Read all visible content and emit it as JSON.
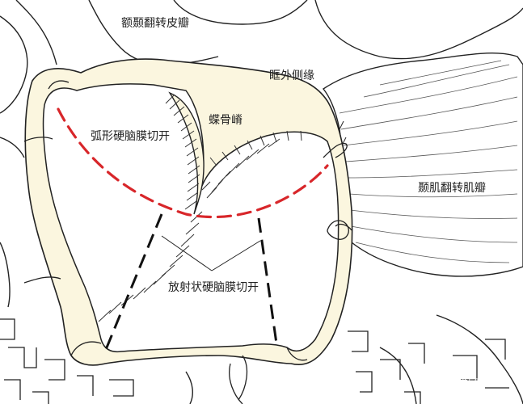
{
  "labels": {
    "frontotemporal_flap": "额颞翻转皮瓣",
    "orbital_rim": "眶外侧缘",
    "sphenoid_ridge": "蝶骨嵴",
    "arc_incision": "弧形硬脑膜切开",
    "temporalis_flap": "颞肌翻转肌瓣",
    "radial_incision": "放射状硬脑膜切开"
  },
  "watermark": {
    "prefix": "头条",
    "handle": "@医学顾事"
  },
  "colors": {
    "outline": "#222222",
    "bone": "#fbf6df",
    "incision": "#d8262a",
    "hatching": "#333333"
  }
}
